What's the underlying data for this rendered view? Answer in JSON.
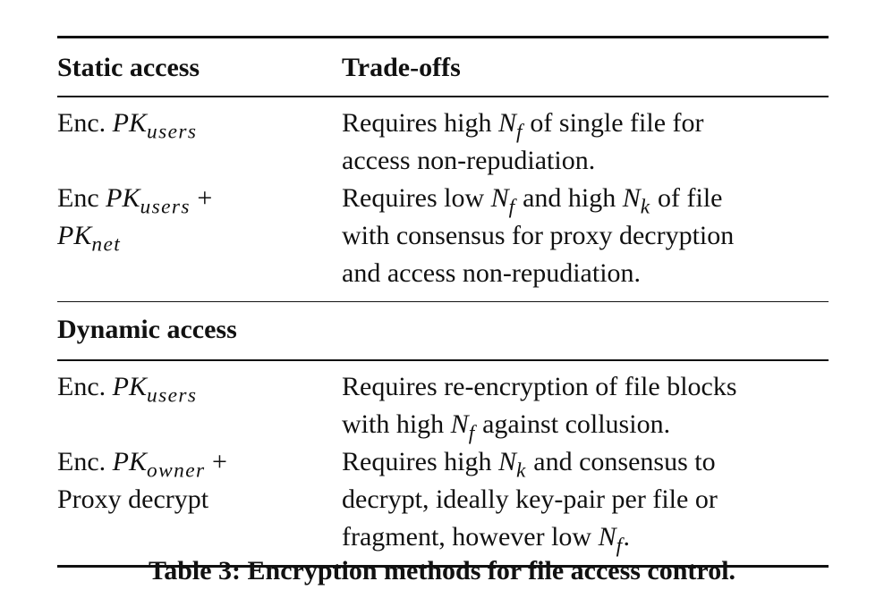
{
  "header": {
    "left": "Static access",
    "right": "Trade-offs"
  },
  "static_rows": [
    {
      "left_prefix": "Enc. ",
      "left_var": "PK",
      "left_sub": "users",
      "right_lines": [
        [
          "Requires high ",
          {
            "var": "N",
            "sub": "f"
          },
          " of single file for"
        ],
        [
          "access non-repudiation."
        ]
      ]
    },
    {
      "left_lines": [
        [
          "Enc ",
          {
            "var": "PK",
            "sub": "users"
          },
          " +"
        ],
        [
          {
            "var": "PK",
            "sub": "net"
          }
        ]
      ],
      "right_lines": [
        [
          "Requires low ",
          {
            "var": "N",
            "sub": "f"
          },
          " and high ",
          {
            "var": "N",
            "sub": "k"
          },
          " of file"
        ],
        [
          "with consensus for proxy decryption"
        ],
        [
          "and access non-repudiation."
        ]
      ]
    }
  ],
  "section2": {
    "title": "Dynamic access"
  },
  "dynamic_rows": [
    {
      "left_lines": [
        [
          "Enc. ",
          {
            "var": "PK",
            "sub": "users"
          }
        ]
      ],
      "right_lines": [
        [
          "Requires re-encryption of file blocks"
        ],
        [
          "with high ",
          {
            "var": "N",
            "sub": "f"
          },
          " against collusion."
        ]
      ]
    },
    {
      "left_lines": [
        [
          "Enc. ",
          {
            "var": "PK",
            "sub": "owner"
          },
          " +"
        ],
        [
          "Proxy decrypt"
        ]
      ],
      "right_lines": [
        [
          "Requires high ",
          {
            "var": "N",
            "sub": "k"
          },
          " and consensus to"
        ],
        [
          "decrypt, ideally key-pair per file or"
        ],
        [
          "fragment, however low ",
          {
            "var": "N",
            "sub": "f"
          },
          "."
        ]
      ]
    }
  ],
  "caption": "Table 3: Encryption methods for file access control."
}
